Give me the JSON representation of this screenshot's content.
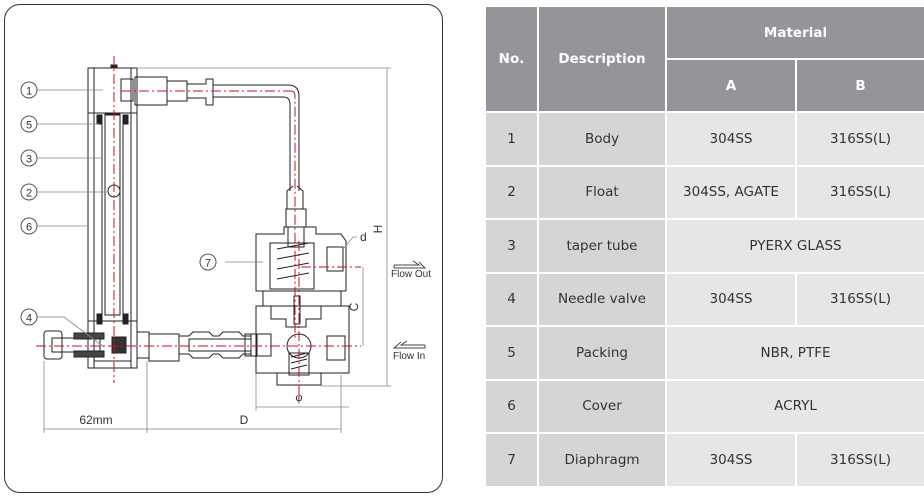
{
  "diagram": {
    "balloons": [
      {
        "id": "1",
        "label": "1"
      },
      {
        "id": "5",
        "label": "5"
      },
      {
        "id": "3",
        "label": "3"
      },
      {
        "id": "2",
        "label": "2"
      },
      {
        "id": "6",
        "label": "6"
      },
      {
        "id": "4",
        "label": "4"
      },
      {
        "id": "7",
        "label": "7"
      }
    ],
    "dimensions": {
      "width_fixed": "62mm",
      "width_var": "D",
      "height": "H",
      "center": "C",
      "port": "d",
      "diameter": "φ"
    },
    "flow_out_label": "Flow Out",
    "flow_in_label": "Flow In",
    "colors": {
      "line": "#222222",
      "centerline": "#c0141c",
      "dimension": "#777777"
    }
  },
  "table": {
    "headers": {
      "no": "No.",
      "description": "Description",
      "material": "Material",
      "col_a": "A",
      "col_b": "B"
    },
    "rows": [
      {
        "no": "1",
        "description": "Body",
        "a": "304SS",
        "b": "316SS(L)",
        "merged": false
      },
      {
        "no": "2",
        "description": "Float",
        "a": "304SS, AGATE",
        "b": "316SS(L)",
        "merged": false
      },
      {
        "no": "3",
        "description": "taper tube",
        "a": "PYERX GLASS",
        "b": "",
        "merged": true
      },
      {
        "no": "4",
        "description": "Needle valve",
        "a": "304SS",
        "b": "316SS(L)",
        "merged": false
      },
      {
        "no": "5",
        "description": "Packing",
        "a": "NBR, PTFE",
        "b": "",
        "merged": true
      },
      {
        "no": "6",
        "description": "Cover",
        "a": "ACRYL",
        "b": "",
        "merged": true
      },
      {
        "no": "7",
        "description": "Diaphragm",
        "a": "304SS",
        "b": "316SS(L)",
        "merged": false
      }
    ],
    "colors": {
      "header_bg": "#939598",
      "header_text": "#ffffff",
      "label_cell_bg": "#d4d5d6",
      "value_cell_bg": "#e6e6e7",
      "text": "#333333"
    }
  }
}
